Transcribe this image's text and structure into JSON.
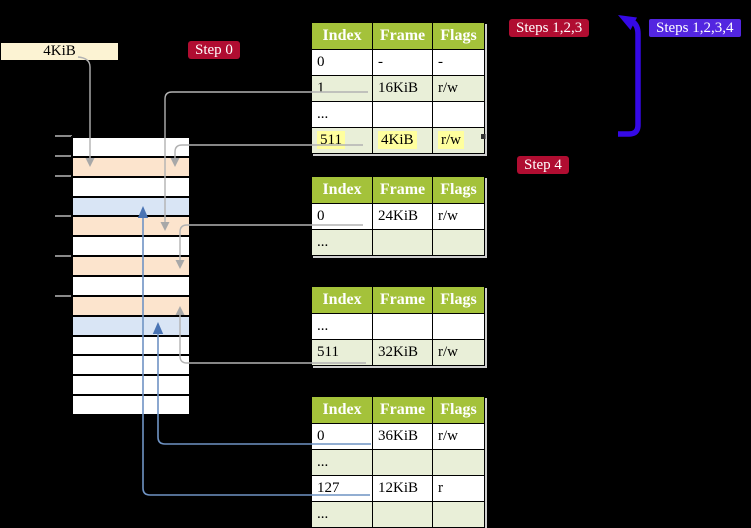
{
  "colors": {
    "header-green": "#a4c23a",
    "row-green": "#e9efd8",
    "strip-orange": "#fce4cd",
    "strip-blue": "#d9e5f5",
    "crimson": "#b00d31",
    "badge-blue": "#5326e0",
    "arrow-blue": "#3509e6",
    "highlight-yellow": "#ffff9e",
    "label-cream": "#fcf3d3",
    "conn-gray": "#b2b2b2",
    "conn-blue": "#6f93c4",
    "arrowhead-gray": "#a8a8a8",
    "arrowhead-blue": "#4a74b4"
  },
  "page_size_label": "4KiB",
  "badges": {
    "step0": "Step 0",
    "steps123": "Steps 1,2,3",
    "steps1234": "Steps 1,2,3,4",
    "step4": "Step 4"
  },
  "table_header": {
    "index": "Index",
    "frame": "Frame",
    "flags": "Flags"
  },
  "tables": [
    {
      "rows": [
        {
          "index": "0",
          "frame": "-",
          "flags": "-"
        },
        {
          "index": "1",
          "frame": "16KiB",
          "flags": "r/w"
        },
        {
          "index": "...",
          "frame": "",
          "flags": ""
        },
        {
          "index": "511",
          "frame": "4KiB",
          "flags": "r/w",
          "highlighted": true
        }
      ]
    },
    {
      "rows": [
        {
          "index": "0",
          "frame": "24KiB",
          "flags": "r/w"
        },
        {
          "index": "...",
          "frame": "",
          "flags": ""
        }
      ]
    },
    {
      "rows": [
        {
          "index": "...",
          "frame": "",
          "flags": ""
        },
        {
          "index": "511",
          "frame": "32KiB",
          "flags": "r/w"
        }
      ]
    },
    {
      "rows": [
        {
          "index": "0",
          "frame": "36KiB",
          "flags": "r/w"
        },
        {
          "index": "...",
          "frame": "",
          "flags": ""
        },
        {
          "index": "127",
          "frame": "12KiB",
          "flags": "r"
        },
        {
          "index": "...",
          "frame": "",
          "flags": ""
        }
      ]
    }
  ],
  "memory_strip": {
    "rows": [
      "white",
      "orange",
      "white",
      "blue",
      "orange",
      "white",
      "orange",
      "white",
      "orange",
      "blue",
      "white",
      "white",
      "white",
      "white"
    ]
  }
}
